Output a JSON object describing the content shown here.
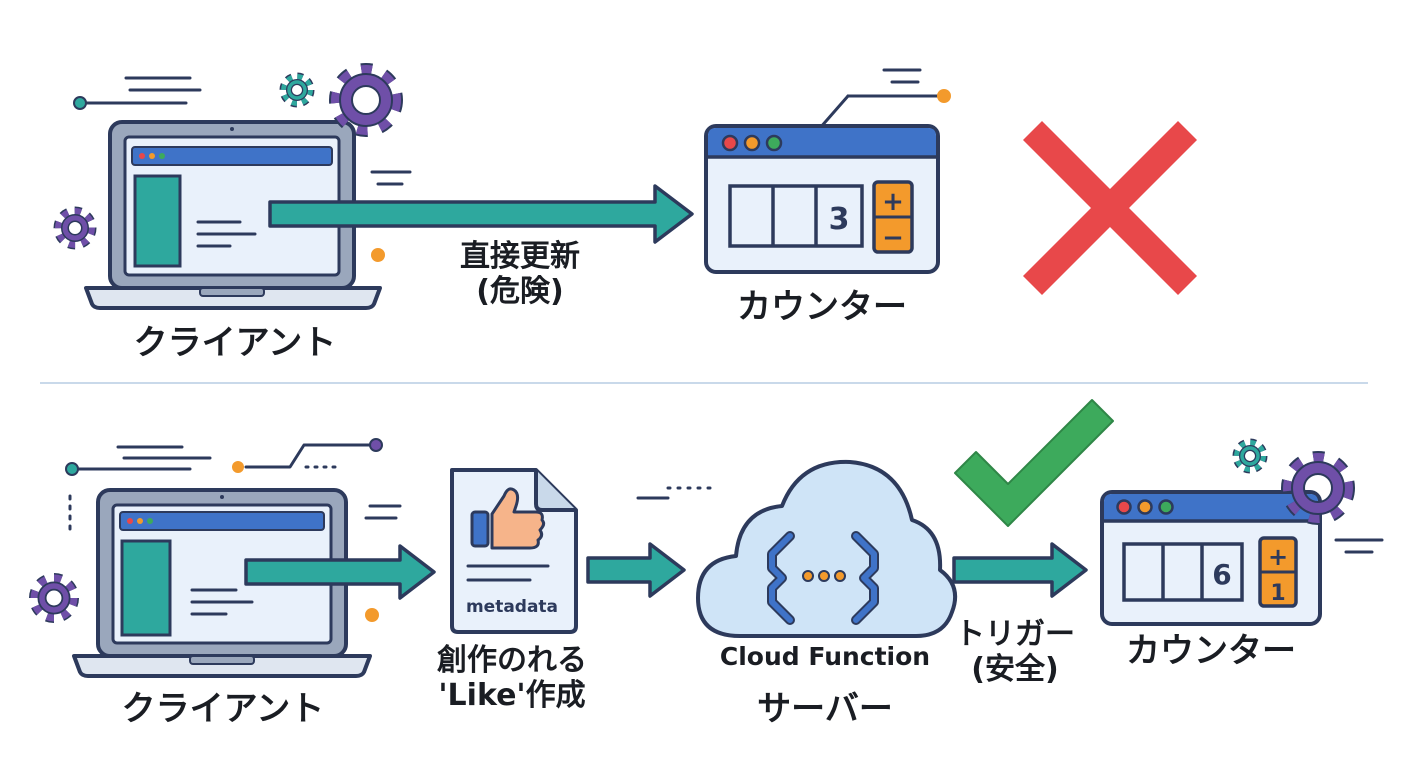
{
  "top_row": {
    "client_label": "クライアント",
    "arrow_label_line1": "直接更新",
    "arrow_label_line2": "(危険)",
    "counter_label": "カウンター",
    "counter_value": "3",
    "counter_plus": "+",
    "counter_minus": "−"
  },
  "bottom_row": {
    "client_label": "クライアント",
    "doc_text": "metadata",
    "doc_label_line1": "創作のれる",
    "doc_label_line2": "'Like'作成",
    "function_label": "Cloud Function",
    "server_label": "サーバー",
    "trigger_label_line1": "トリガー",
    "trigger_label_line2": "(安全)",
    "counter_label": "カウンター",
    "counter_value": "6",
    "counter_plus": "+",
    "counter_one": "1"
  },
  "icons": {
    "fail": "cross-icon",
    "success": "check-icon",
    "like": "thumbs-up-icon",
    "code": "code-braces-icon",
    "settings": "gear-icon"
  },
  "colors": {
    "outline": "#2d3a5c",
    "teal": "#2ea89e",
    "blue": "#3f73c8",
    "purple": "#6f4fa8",
    "orange": "#f39a2c",
    "red": "#e8484a",
    "green": "#3daa5c",
    "screen": "#e9f1fb",
    "cloud": "#cfe4f7",
    "divider": "#c9d9ea"
  }
}
